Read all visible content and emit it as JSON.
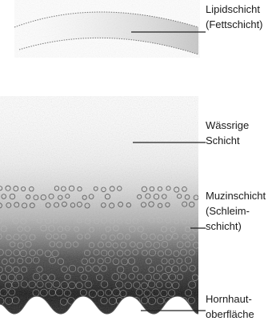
{
  "labels": {
    "lipid": [
      "Lipidschicht",
      "(Fettschicht)"
    ],
    "aqueous": [
      "Wässrige",
      "Schicht"
    ],
    "mucin": [
      "Muzinschicht",
      "(Schleim-",
      "schicht)"
    ],
    "cornea": [
      "Hornhaut-",
      "oberfläche"
    ]
  },
  "colors": {
    "ink": "#1a1a1a",
    "leader": "#222222"
  }
}
